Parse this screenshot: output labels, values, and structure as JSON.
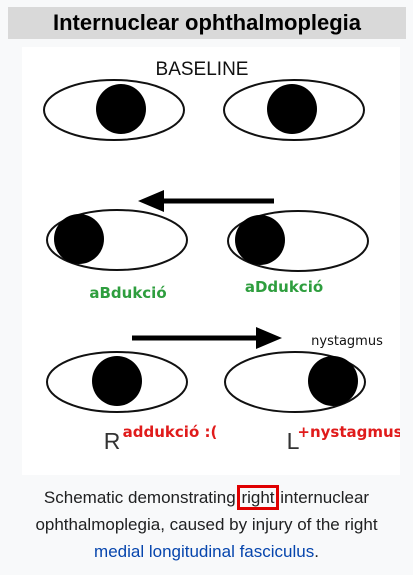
{
  "title": "Internuclear ophthalmoplegia",
  "diagram": {
    "baseline_label": "BASELINE",
    "nystagmus_label": "nystagmus",
    "label_r": "R",
    "label_l": "L",
    "abduction_label": "aBdukció",
    "adduction_label": "aDdukció",
    "adduction_fail_label": "addukció :(",
    "nystagmus_plus_label": "+nystagmus",
    "colors": {
      "annotation_green": "#2e9e3e",
      "annotation_red": "#e01b1b",
      "highlight_box": "#e00000"
    }
  },
  "caption": {
    "part1": "Schematic demonstrating ",
    "highlight": "right",
    "part2": " internuclear",
    "part3": "ophthalmoplegia, caused by injury of the right",
    "link": "medial longitudinal fasciculus",
    "part4": "."
  }
}
